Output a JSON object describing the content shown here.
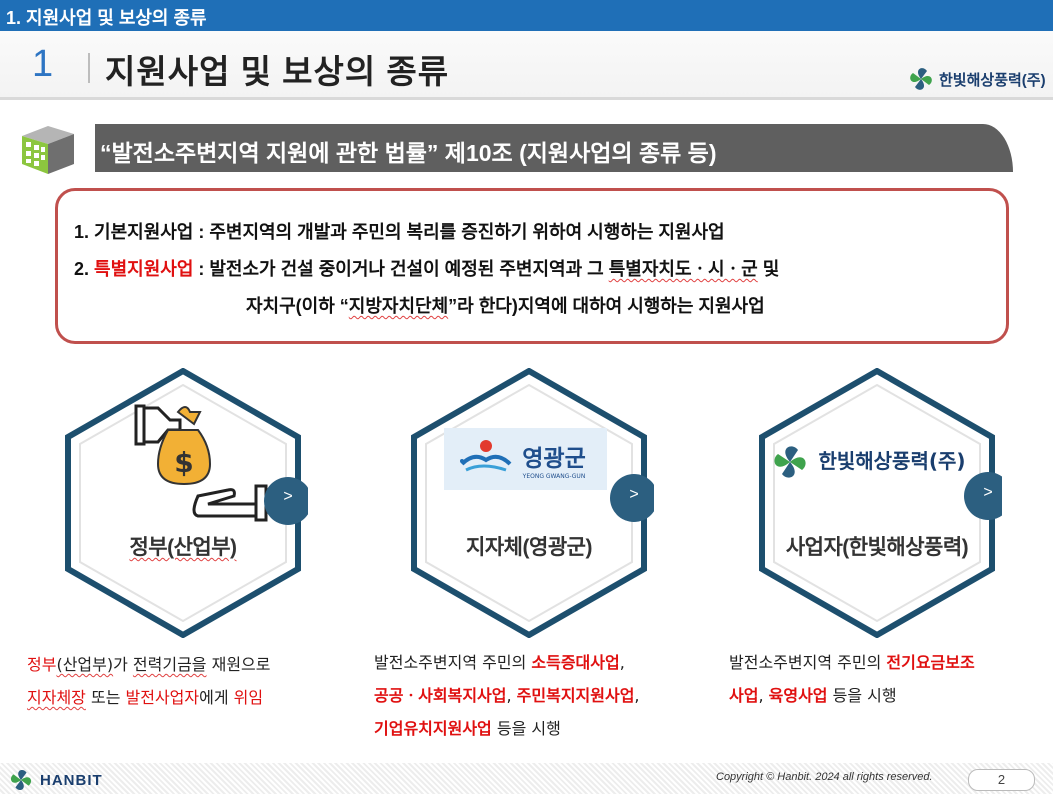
{
  "header": {
    "breadcrumb": "1. 지원사업 및 보상의 종류",
    "number": "1",
    "title": "지원사업 및 보상의 종류",
    "brand": "한빛해상풍력(주)"
  },
  "section": {
    "heading": "“발전소주변지역 지원에 관한 법률” 제10조 (지원사업의 종류 등)"
  },
  "definitions": {
    "item1_term": "1. 기본지원사업",
    "item1_desc": " : 주변지역의 개발과 주민의 복리를 증진하기 위하여 시행하는 지원사업",
    "item2_num": "2. ",
    "item2_term": "특별지원사업",
    "item2_desc_a": " : 발전소가 건설 중이거나 건설이 예정된 주변지역과 그 ",
    "item2_desc_b": "특별자치도ㆍ시ㆍ군",
    "item2_desc_c": " 및",
    "item2_line2_a": "자치구(이하 “",
    "item2_line2_b": "지방자치단체",
    "item2_line2_c": "”라 한다)지역에 대하여 시행하는 지원사업"
  },
  "hexagons": [
    {
      "label": "정부(산업부)",
      "icon": "money-bag-hand-icon",
      "arrow": ">"
    },
    {
      "label": "지자체(영광군)",
      "icon": "yeonggwang-logo",
      "logo_text": "영광군",
      "logo_sub": "YEONG GWANG-GUN",
      "arrow": ">"
    },
    {
      "label": "사업자(한빛해상풍력)",
      "icon": "hanbit-logo",
      "logo_text": "한빛해상풍력(주)",
      "arrow": ">"
    }
  ],
  "descriptions": {
    "gov": {
      "line1_a": "정부",
      "line1_b": "(산업부)",
      "line1_c": "가 ",
      "line1_d": "전력기금을",
      "line1_e": " 재원으로",
      "line2_a": "지자체장",
      "line2_b": " 또는 ",
      "line2_c": "발전사업자",
      "line2_d": "에게 ",
      "line2_e": "위임"
    },
    "local": {
      "line1_a": "발전소주변지역 주민의 ",
      "line1_b": "소득증대사업",
      "line1_c": ",",
      "line2_a": "공공ㆍ사회복지사업",
      "line2_b": ", ",
      "line2_c": "주민복지지원사업",
      "line2_d": ",",
      "line3_a": "기업유치지원사업",
      "line3_b": " 등을 시행"
    },
    "operator": {
      "line1_a": "발전소주변지역 주민의 ",
      "line1_b": "전기요금보조",
      "line2_a": "사업",
      "line2_b": ", ",
      "line2_c": "육영사업",
      "line2_d": " 등을 시행"
    }
  },
  "footer": {
    "logo_text": "HANBIT",
    "copyright": "Copyright © Hanbit. 2024 all rights reserved.",
    "page": "2"
  },
  "colors": {
    "topbar": "#1F6FB7",
    "hex_border": "#1D4F6E",
    "arrow_fill": "#2C5F80",
    "emphasis_red": "#E01010",
    "def_border": "#C0504D",
    "section_bar": "#5F5F5F"
  }
}
